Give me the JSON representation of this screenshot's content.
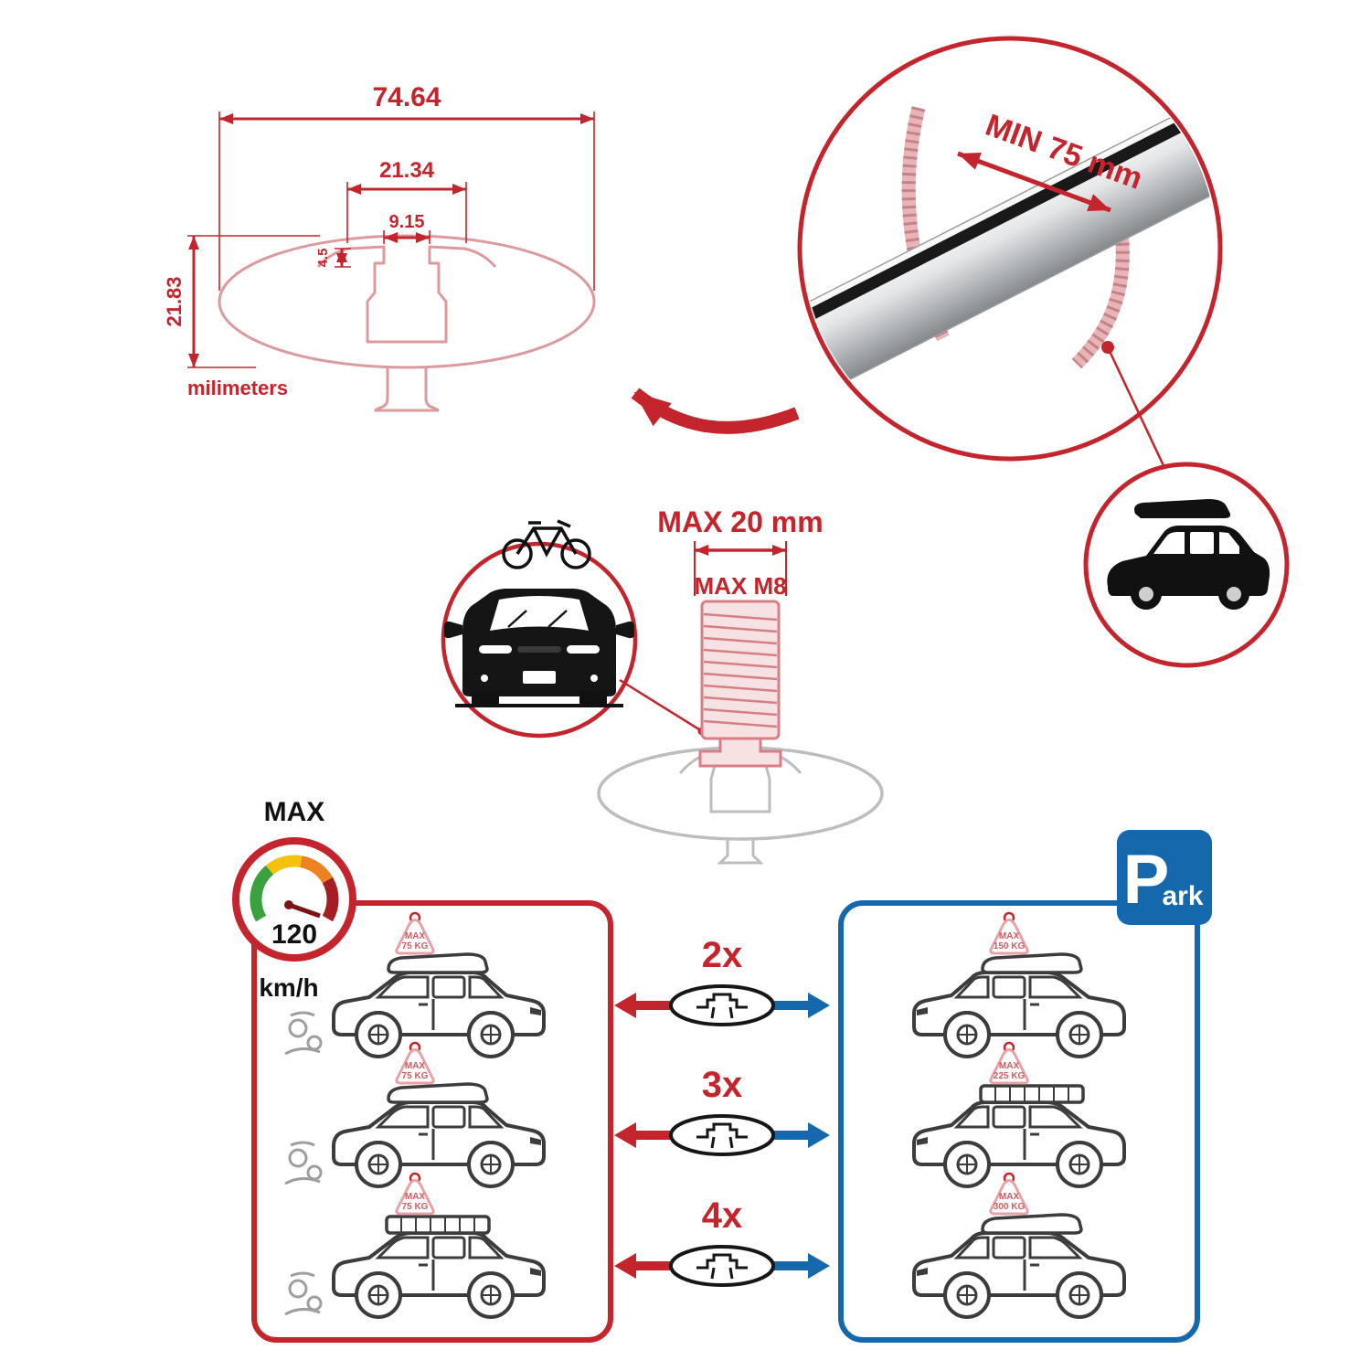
{
  "colors": {
    "accent_red": "#c4242b",
    "accent_blue": "#1668ad",
    "light_red": "#dc9a9e",
    "dark": "#111111",
    "gray": "#bdbdbd"
  },
  "cross_section": {
    "width_total": "74.64",
    "slot_outer_width": "21.34",
    "slot_inner_width": "9.15",
    "lip_depth": "4.5",
    "height_total": "21.83",
    "units": "milimeters"
  },
  "bar_detail": {
    "min_span": "MIN 75 mm"
  },
  "bolt": {
    "max_length": "MAX 20 mm",
    "max_thread": "MAX M8"
  },
  "speed_limit": {
    "label": "MAX",
    "value": "120",
    "units": "km/h"
  },
  "park_sign": {
    "letter": "P",
    "suffix": "ark"
  },
  "load_rows": [
    {
      "qty": "2x",
      "left_badge": {
        "line1": "MAX",
        "line2": "75 KG"
      },
      "right_badge": {
        "line1": "MAX",
        "line2": "150 KG"
      }
    },
    {
      "qty": "3x",
      "left_badge": {
        "line1": "MAX",
        "line2": "75 KG"
      },
      "right_badge": {
        "line1": "MAX",
        "line2": "225 KG"
      }
    },
    {
      "qty": "4x",
      "left_badge": {
        "line1": "MAX",
        "line2": "75 KG"
      },
      "right_badge": {
        "line1": "MAX",
        "line2": "300 KG"
      }
    }
  ]
}
